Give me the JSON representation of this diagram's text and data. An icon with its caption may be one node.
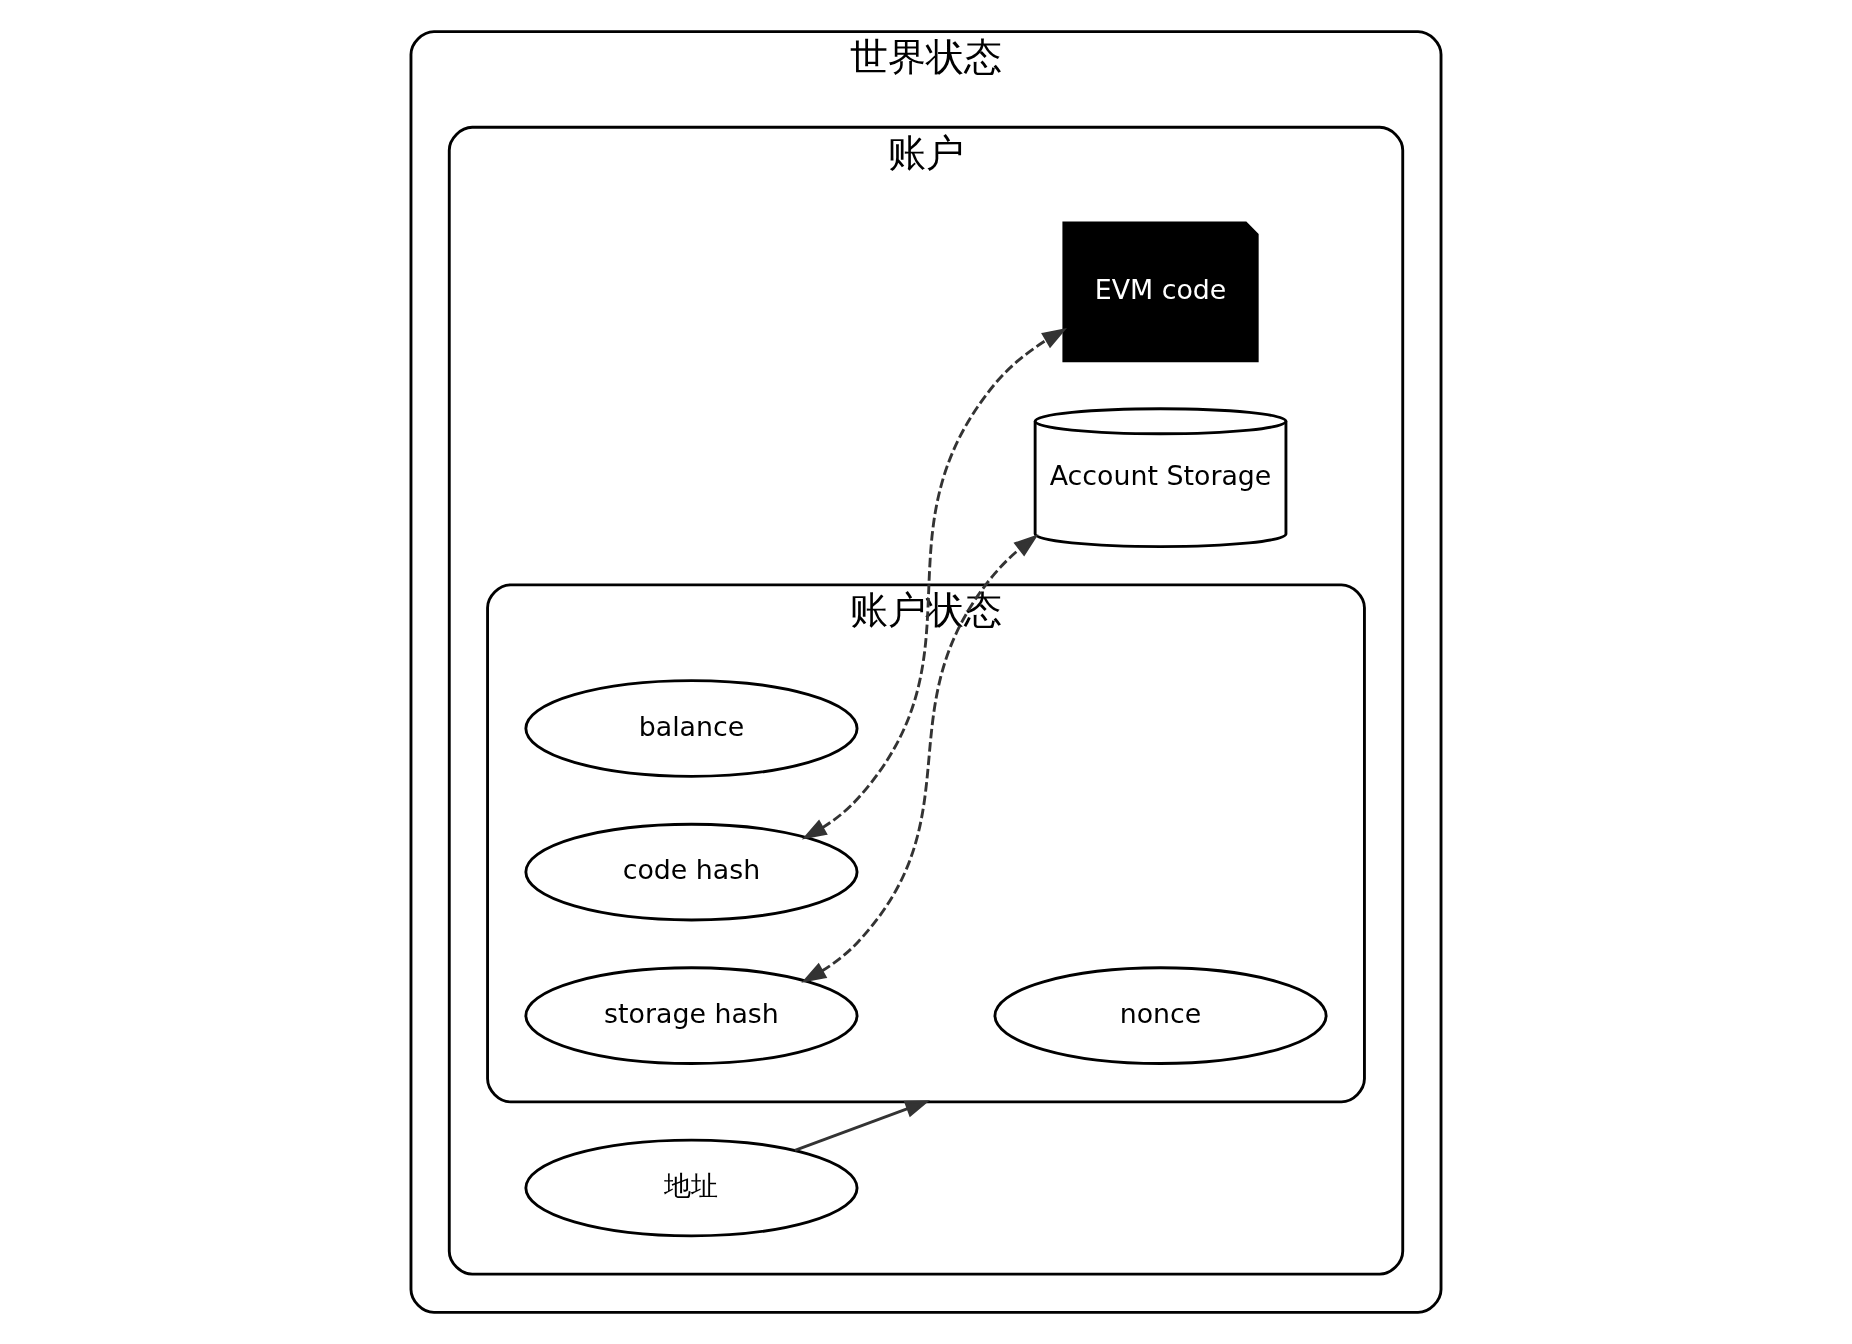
{
  "diagram": {
    "nodes": [
      {
        "text": [
          "世界状态"
        ]
      },
      {
        "text": [
          "账户"
        ],
        "in": 0
      },
      {
        "text": [
          "地址"
        ],
        "in": 1
      },
      {
        "text": [
          "账户状态"
        ],
        "in": 1
      },
      {
        "text": [
          "nonce"
        ],
        "in": 3
      },
      {
        "text": [
          "balance"
        ],
        "in": 3
      },
      {
        "text": [
          "storage hash"
        ],
        "in": 3
      },
      {
        "text": [
          "code hash"
        ],
        "in": 3
      },
      {
        "text": [
          "Account Storage"
        ],
        "in": 1
      },
      {
        "text": [
          "EVM code"
        ],
        "in": 1
      }
    ],
    "edges": [
      {
        "from": 2,
        "to": 3,
        "arrow": "to"
      },
      {
        "from": 6,
        "to": 8,
        "arrow": "both",
        "style": "dashed"
      },
      {
        "from": 7,
        "to": 9,
        "arrow": "both",
        "style": "dashed"
      }
    ]
  }
}
